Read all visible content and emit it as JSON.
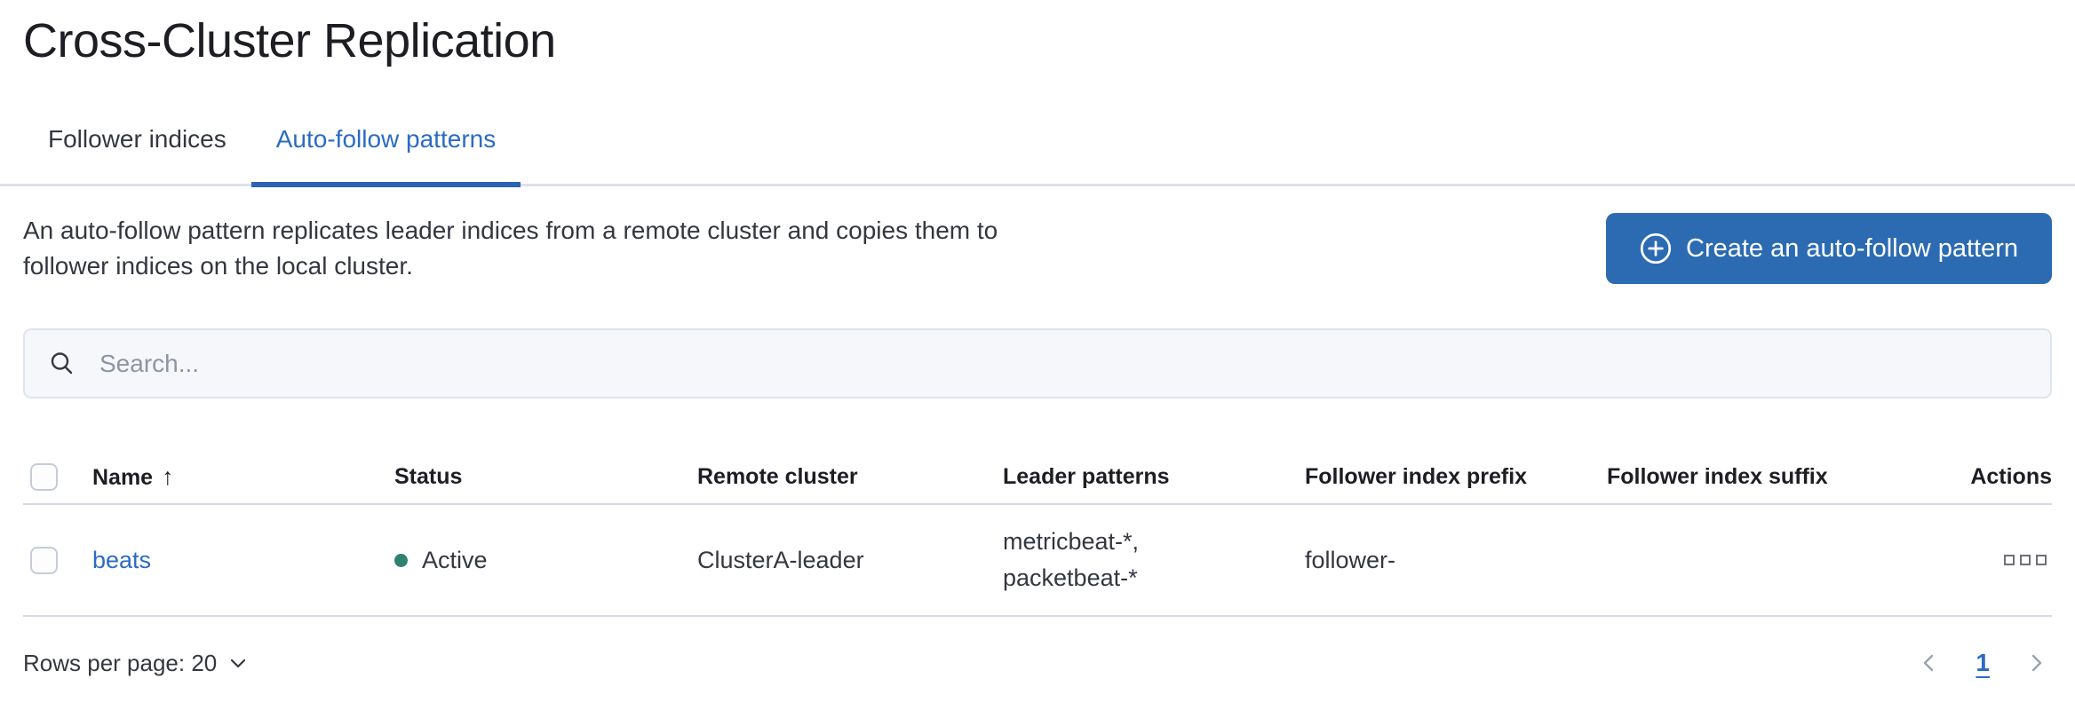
{
  "page": {
    "title": "Cross-Cluster Replication"
  },
  "tabs": {
    "items": [
      {
        "label": "Follower indices",
        "selected": false
      },
      {
        "label": "Auto-follow patterns",
        "selected": true
      }
    ]
  },
  "intro": {
    "description": "An auto-follow pattern replicates leader indices from a remote cluster and copies them to follower indices on the local cluster.",
    "create_button": {
      "label": "Create an auto-follow pattern",
      "icon": "plus-in-circle-icon"
    }
  },
  "search": {
    "placeholder": "Search...",
    "value": "",
    "icon": "search-icon"
  },
  "table": {
    "columns": [
      {
        "label": "Name",
        "sorted": "ascending",
        "sort_icon": "↑"
      },
      {
        "label": "Status"
      },
      {
        "label": "Remote cluster"
      },
      {
        "label": "Leader patterns"
      },
      {
        "label": "Follower index prefix"
      },
      {
        "label": "Follower index suffix"
      },
      {
        "label": "Actions"
      }
    ],
    "rows": [
      {
        "name": "beats",
        "status": "Active",
        "remote_cluster": "ClusterA-leader",
        "leader_patterns_line1": "metricbeat-*,",
        "leader_patterns_line2": "packetbeat-*",
        "follower_index_prefix": "follower-",
        "follower_index_suffix": "",
        "actions_icon": "boxes-horizontal-icon"
      }
    ]
  },
  "footer": {
    "rows_per_page": "Rows per page: 20",
    "pagination": {
      "previous_icon": "chevron-left-icon",
      "current_page": "1",
      "next_icon": "chevron-right-icon"
    }
  },
  "colors": {
    "primary_button": "#2c6bb2",
    "link": "#2b6bc4",
    "tab_selected": "#2b6bc4",
    "tab_underline": "#2b63b5",
    "status_active_dot": "#2f8170",
    "table_border": "#d6dae6",
    "text": "#343741",
    "text_subdued": "#8e95a3",
    "search_background": "#f5f7fa"
  }
}
